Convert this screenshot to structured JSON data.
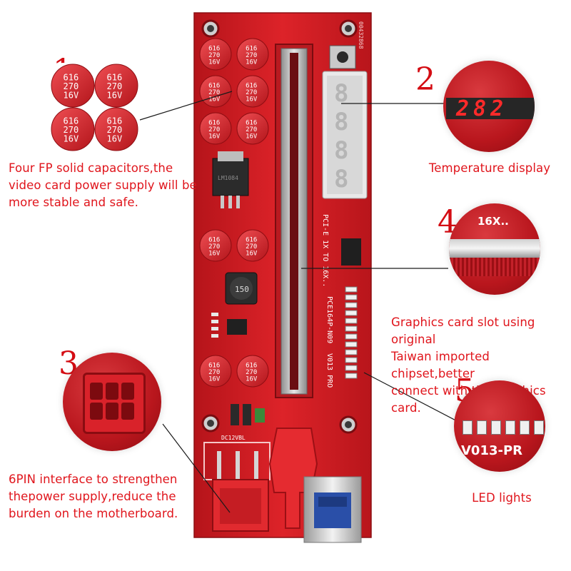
{
  "callouts": [
    {
      "number": "1",
      "caption_lines": [
        "Four FP solid capacitors,the",
        "video card power supply will be",
        "more stable and safe."
      ]
    },
    {
      "number": "2",
      "caption_lines": [
        "Temperature display"
      ],
      "zoom_text": "282"
    },
    {
      "number": "3",
      "caption_lines": [
        "6PIN interface to strengthen",
        "thepower supply,reduce the",
        "burden on the motherboard."
      ]
    },
    {
      "number": "4",
      "caption_lines": [
        "Graphics card slot using original",
        "Taiwan imported chipset,better",
        "connect with the graphics card."
      ],
      "zoom_text": "16X.."
    },
    {
      "number": "5",
      "caption_lines": [
        "LED lights"
      ],
      "zoom_text": "V013-PR"
    }
  ],
  "board": {
    "capacitor_marking": [
      "616",
      "270",
      "16V"
    ],
    "serial_code": "00432868",
    "slot_label": "PCI-E 1X TO 16X..",
    "model_label": "PCE164P-N09",
    "version_label": "V013 PRO",
    "power_label": "DC12VBL",
    "inductor_label": "150",
    "regulator_label": "LM1084"
  },
  "colors": {
    "accent_red": "#e0151c",
    "pcb_red": "#d21f26",
    "pcb_dark": "#9e1117"
  }
}
